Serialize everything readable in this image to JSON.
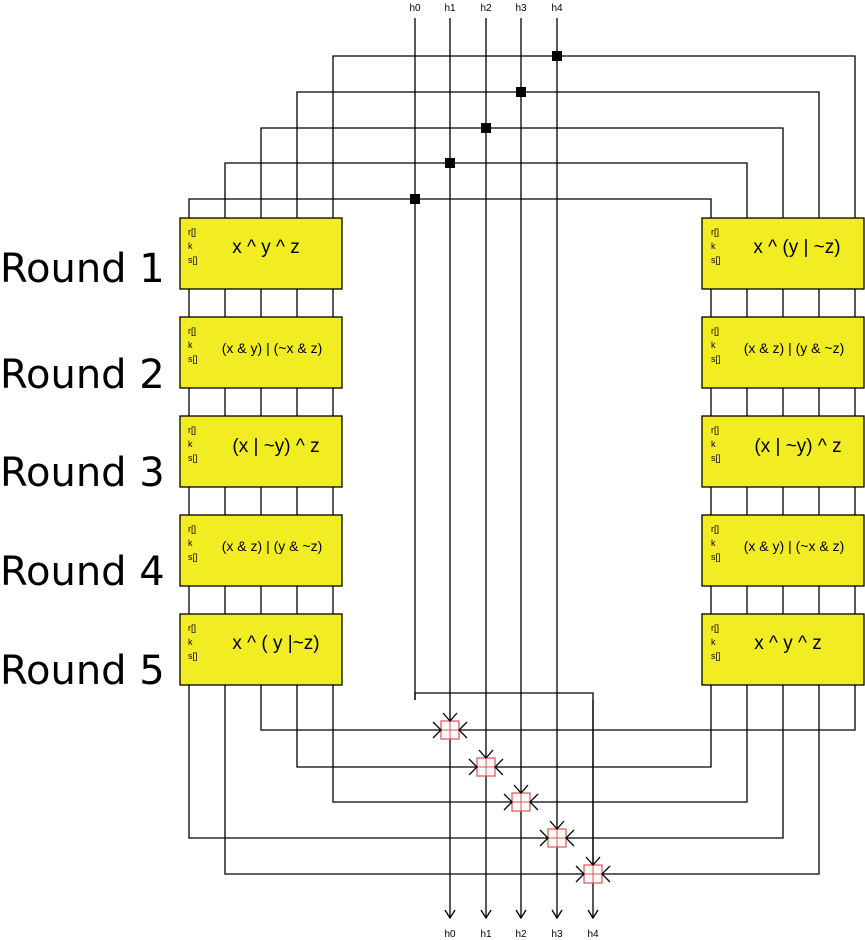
{
  "registers": [
    "h0",
    "h1",
    "h2",
    "h3",
    "h4"
  ],
  "box_params": [
    "r[]",
    "k",
    "s[]"
  ],
  "rounds": [
    {
      "label": "Round 1",
      "left_fn": "x ^ y ^ z",
      "right_fn": "x ^ (y | ~z)"
    },
    {
      "label": "Round 2",
      "left_fn": "(x & y) | (~x & z)",
      "right_fn": "(x & z) | (y & ~z)"
    },
    {
      "label": "Round 3",
      "left_fn": "(x | ~y) ^ z",
      "right_fn": "(x | ~y) ^ z"
    },
    {
      "label": "Round 4",
      "left_fn": "(x & z) | (y & ~z)",
      "right_fn": "(x & y) | (~x & z)"
    },
    {
      "label": "Round 5",
      "left_fn": "x ^ ( y |~z)",
      "right_fn": "x ^ y ^ z"
    }
  ],
  "colors": {
    "box_fill": "#f2ec22",
    "adder": "#e05050",
    "wire": "#000000"
  }
}
